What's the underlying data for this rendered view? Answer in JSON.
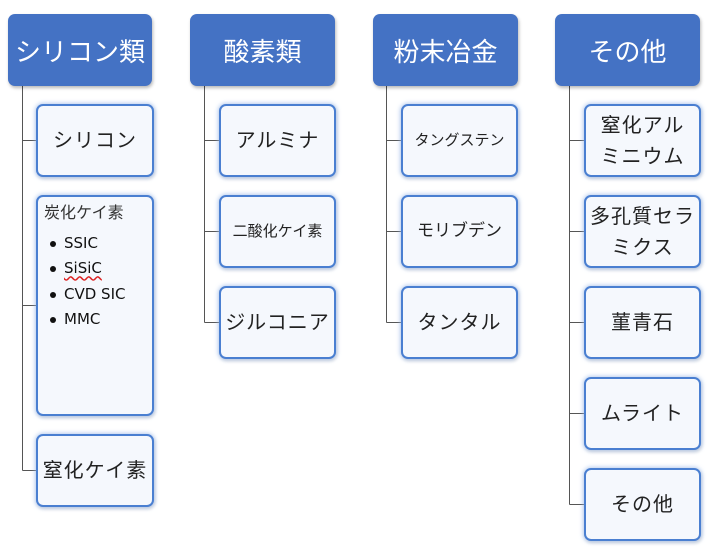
{
  "columns": [
    {
      "header": "シリコン類",
      "children": [
        {
          "label": "シリコン"
        },
        {
          "title": "炭化ケイ素",
          "items": [
            "SSIC",
            "SiSiC",
            "CVD SIC",
            "MMC"
          ]
        },
        {
          "label": "窒化ケイ素"
        }
      ]
    },
    {
      "header": "酸素類",
      "children": [
        {
          "label": "アルミナ"
        },
        {
          "label": "二酸化ケイ素"
        },
        {
          "label": "ジルコニア"
        }
      ]
    },
    {
      "header": "粉末冶金",
      "children": [
        {
          "label": "タングステン"
        },
        {
          "label": "モリブデン"
        },
        {
          "label": "タンタル"
        }
      ]
    },
    {
      "header": "その他",
      "children": [
        {
          "line1": "窒化アル",
          "line2": "ミニウム"
        },
        {
          "line1": "多孔質セラ",
          "line2": "ミクス"
        },
        {
          "label": "菫青石"
        },
        {
          "label": "ムライト"
        },
        {
          "label": "その他"
        }
      ]
    }
  ],
  "colors": {
    "header_fill": "#4472c4",
    "child_fill": "#f5f8fd",
    "child_border": "#4a7fd1",
    "connector": "#555555"
  }
}
